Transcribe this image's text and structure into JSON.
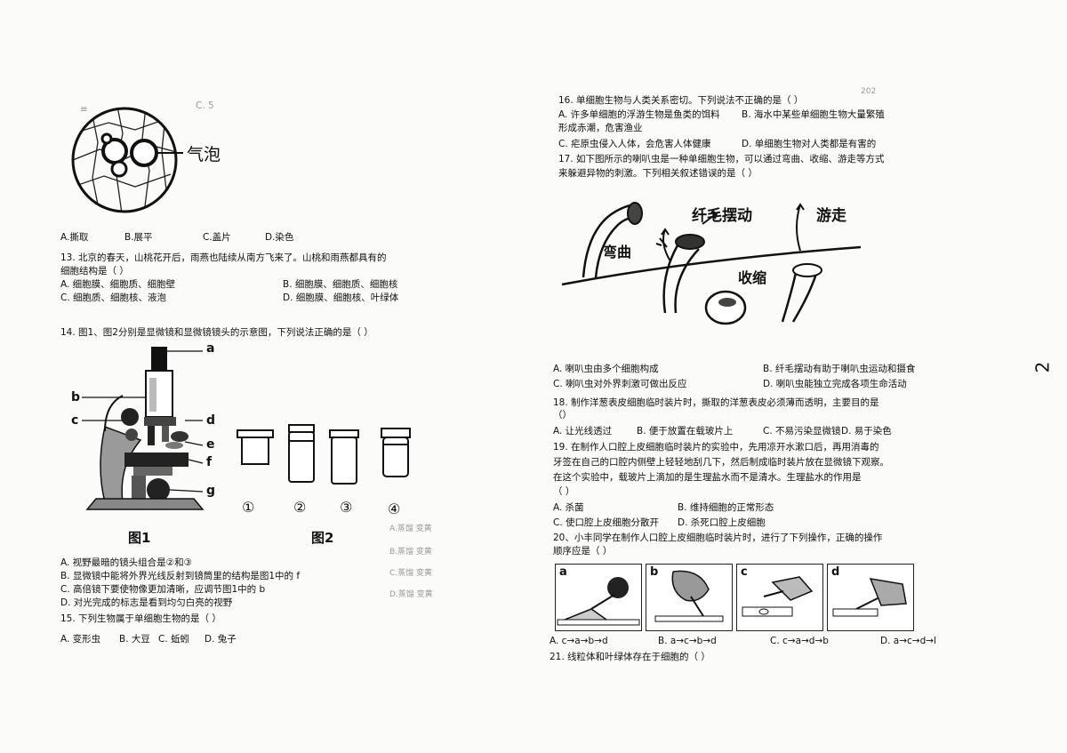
{
  "page_number": "2",
  "header_right": "202",
  "bubble_label": "气泡",
  "q12_options": [
    "A.撕取",
    "B.展平",
    "C.盖片",
    "D.染色"
  ],
  "q13": {
    "stem1": "13. 北京的春天，山桃花开后，雨燕也陆续从南方飞来了。山桃和雨燕都具有的",
    "stem2": "细胞结构是（    ）",
    "a": "A. 细胞膜、细胞质、细胞壁",
    "b": "B. 细胞膜、细胞质、细胞核",
    "c": "C. 细胞质、细胞核、液泡",
    "d": "D. 细胞膜、细胞核、叶绿体"
  },
  "q14": {
    "stem": "14. 图1、图2分别是显微镜和显微镜镜头的示意图，下列说法正确的是（    ）",
    "fig1_caption": "图1",
    "fig2_caption": "图2",
    "microscope_labels": [
      "a",
      "b",
      "c",
      "d",
      "e",
      "f",
      "g"
    ],
    "lens_labels": [
      "①",
      "②",
      "③",
      "④"
    ],
    "a": "A. 视野最暗的镜头组合是②和③",
    "b": "B. 显微镜中能将外界光线反射到镜筒里的结构是图1中的 f",
    "c": "C. 高倍镜下要使物像更加清晰，应调节图1中的 b",
    "d": "D. 对光完成的标志是看到均匀白亮的视野"
  },
  "q15": {
    "stem": "15.  下列生物属于单细胞生物的是（    ）",
    "options": [
      "A. 变形虫",
      "B. 大豆",
      "C. 蚯蚓",
      "D. 兔子"
    ]
  },
  "q16": {
    "stem": "16. 单细胞生物与人类关系密切。下列说法不正确的是（    ）",
    "a": "A. 许多单细胞的浮游生物是鱼类的饵料",
    "b1": "B. 海水中某些单细胞生物大量繁殖",
    "b2": "形成赤潮，危害渔业",
    "c": "C. 疟原虫侵入人体，会危害人体健康",
    "d": "D. 单细胞生物对人类都是有害的"
  },
  "q17": {
    "stem1": "17. 如下图所示的喇叭虫是一种单细胞生物，可以通过弯曲、收缩、游走等方式",
    "stem2": "来躲避异物的刺激。下列相关叙述错误的是（    ）",
    "fig_labels": {
      "bend": "弯曲",
      "cilia": "纤毛摆动",
      "shrink": "收缩",
      "swim": "游走"
    },
    "a": "A. 喇叭虫由多个细胞构成",
    "b": "B. 纤毛摆动有助于喇叭虫运动和摄食",
    "c": "C. 喇叭虫对外界刺激可做出反应",
    "d": "D. 喇叭虫能独立完成各项生命活动"
  },
  "q18": {
    "stem1": "18. 制作洋葱表皮细胞临时装片时，撕取的洋葱表皮必须薄而透明，主要目的是",
    "stem2": "（）",
    "options": [
      "A. 让光线透过",
      "B. 便于放置在载玻片上",
      "C. 不易污染显微镜",
      "D. 易于染色"
    ]
  },
  "q19": {
    "stem1": "19.  在制作人口腔上皮细胞临时装片的实验中，先用凉开水漱口后，再用消毒的",
    "stem2": "牙签在自己的口腔内侧壁上轻轻地刮几下，然后制成临时装片放在显微镜下观察。",
    "stem3": "在这个实验中，载玻片上滴加的是生理盐水而不是清水。生理盐水的作用是",
    "stem4": "（    ）",
    "a": "A. 杀菌",
    "b": "B. 维持细胞的正常形态",
    "c": "C. 使口腔上皮细胞分散开",
    "d": "D. 杀死口腔上皮细胞"
  },
  "q20": {
    "stem1": "20、小丰同学在制作人口腔上皮细胞临时装片时，进行了下列操作，正确的操作",
    "stem2": "顺序应是（    ）",
    "panel_labels": [
      "a",
      "b",
      "c",
      "d"
    ],
    "options": [
      "A. c→a→b→d",
      "B. a→c→b→d",
      "C. c→a→d→b",
      "D. a→c→d→l"
    ]
  },
  "q21": {
    "stem": "21.  线粒体和叶绿体存在于细胞的（    ）"
  },
  "bleed_right": [
    "A.蒸馏  变黄",
    "B.蒸馏  变黄",
    "C.蒸馏  变黄",
    "D.蒸馏  变黄"
  ]
}
